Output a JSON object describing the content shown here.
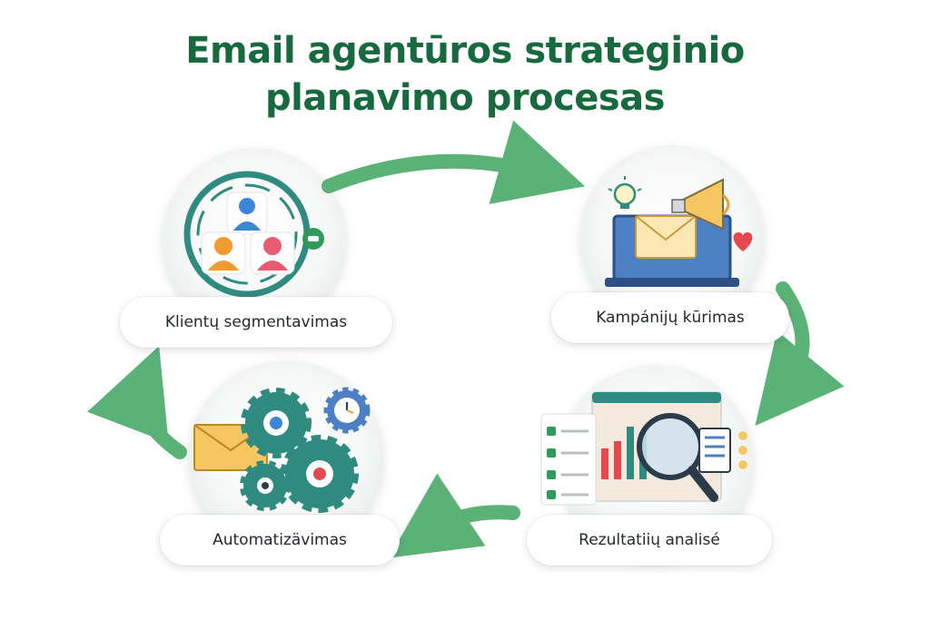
{
  "title": {
    "line1": "Email agentūros strateginio",
    "line2": "planavimo procesas"
  },
  "steps": [
    {
      "label": "Klientų segmentavimas",
      "icon": "customer-segmentation-icon"
    },
    {
      "label": "Kampánijų kūrimas",
      "icon": "campaign-creation-icon"
    },
    {
      "label": "Rezultatiių analisé",
      "icon": "results-analysis-icon"
    },
    {
      "label": "Automatizävimas",
      "icon": "automation-gears-icon"
    }
  ],
  "colors": {
    "title": "#166a3e",
    "arrow": "#5bb277",
    "teal": "#2f8b80",
    "envelope": "#f6c760",
    "laptop": "#4d7fc4",
    "heart": "#e5484d",
    "person_blue": "#3b86d8",
    "person_orange": "#f39a2e",
    "person_pink": "#e85a70"
  }
}
